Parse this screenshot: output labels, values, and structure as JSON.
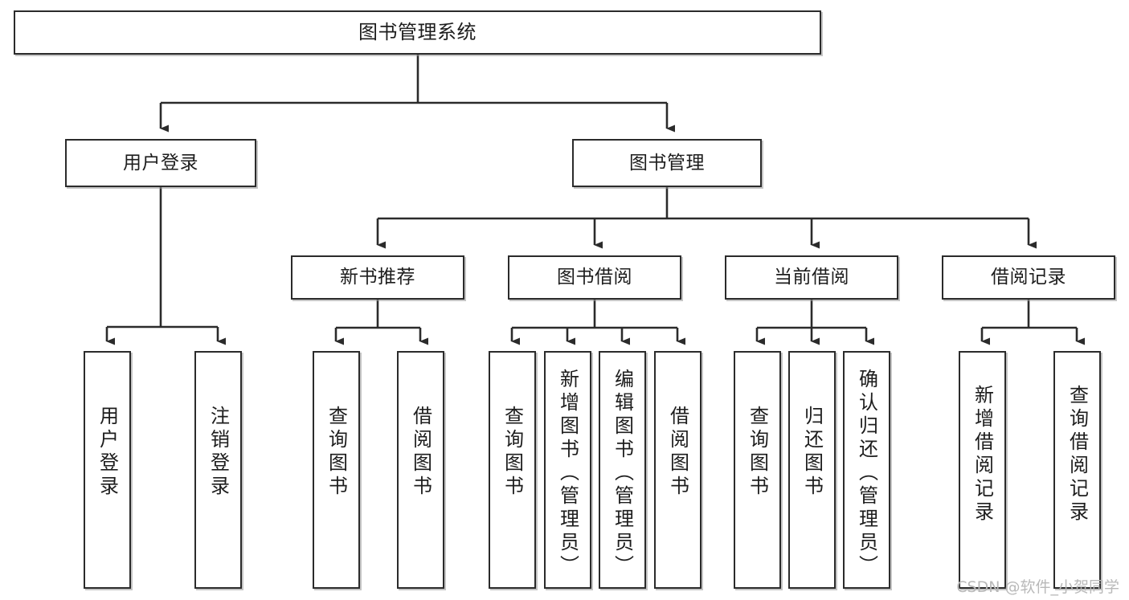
{
  "diagram": {
    "title": "图书管理系统",
    "type": "tree",
    "orientation": "top-down",
    "line_color": "#2b2b2b",
    "box_fill": "#ffffff",
    "box_border": "#2b2b2b",
    "text_color": "#1d1d1d",
    "watermark": "CSDN @软件_小贺同学",
    "watermark_color": "#b9b9b9"
  },
  "nodes": {
    "root": {
      "label": "图书管理系统"
    },
    "level2": [
      {
        "id": "user-login",
        "label": "用户登录"
      },
      {
        "id": "book-manage",
        "label": "图书管理"
      }
    ],
    "level3": [
      {
        "id": "new-book-recommend",
        "label": "新书推荐"
      },
      {
        "id": "book-borrow",
        "label": "图书借阅"
      },
      {
        "id": "current-borrow",
        "label": "当前借阅"
      },
      {
        "id": "borrow-record",
        "label": "借阅记录"
      }
    ],
    "leaves": {
      "user-login": [
        {
          "id": "leaf-user-login",
          "label": "用户登录"
        },
        {
          "id": "leaf-user-logout",
          "label": "注销登录"
        }
      ],
      "new-book-recommend": [
        {
          "id": "leaf-query-book-1",
          "label": "查询图书"
        },
        {
          "id": "leaf-borrow-book-1",
          "label": "借阅图书"
        }
      ],
      "book-borrow": [
        {
          "id": "leaf-query-book-2",
          "label": "查询图书"
        },
        {
          "id": "leaf-add-book",
          "label": "新增图书（管理员）"
        },
        {
          "id": "leaf-edit-book",
          "label": "编辑图书（管理员）"
        },
        {
          "id": "leaf-borrow-book-2",
          "label": "借阅图书"
        }
      ],
      "current-borrow": [
        {
          "id": "leaf-query-book-3",
          "label": "查询图书"
        },
        {
          "id": "leaf-return-book",
          "label": "归还图书"
        },
        {
          "id": "leaf-confirm-return",
          "label": "确认归还（管理员）"
        }
      ],
      "borrow-record": [
        {
          "id": "leaf-add-record",
          "label": "新增借阅记录"
        },
        {
          "id": "leaf-query-record",
          "label": "查询借阅记录"
        }
      ]
    }
  }
}
